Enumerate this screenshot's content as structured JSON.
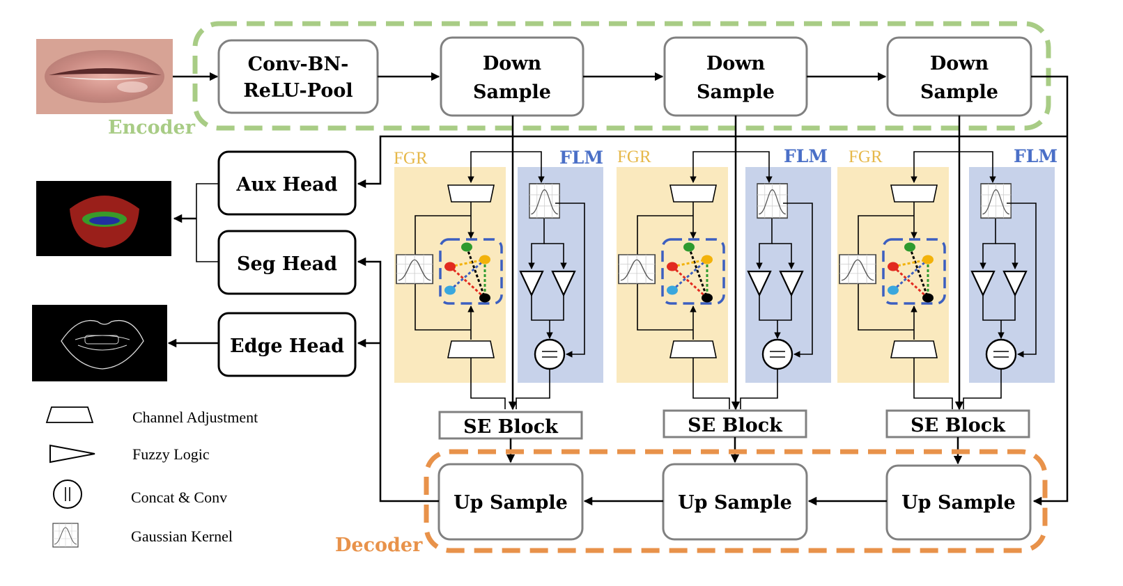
{
  "encoder": {
    "label": "Encoder",
    "stem": [
      "Conv-BN-",
      "ReLU-Pool"
    ],
    "down": [
      [
        "Down",
        "Sample"
      ],
      [
        "Down",
        "Sample"
      ],
      [
        "Down",
        "Sample"
      ]
    ],
    "color": "#a8cc85"
  },
  "decoder": {
    "label": "Decoder",
    "up": [
      "Up Sample",
      "Up Sample",
      "Up Sample"
    ],
    "se": [
      "SE Block",
      "SE Block",
      "SE Block"
    ],
    "color": "#e8924a"
  },
  "heads": {
    "aux": "Aux Head",
    "seg": "Seg Head",
    "edge": "Edge Head"
  },
  "modules": {
    "fgr": "FGR",
    "flm": "FLM",
    "fgr_color": "#e6b84a",
    "flm_color": "#4a6fc7",
    "fgr_bg": "#fae9be",
    "flm_bg": "#c7d2ea"
  },
  "legend": {
    "channel": "Channel Adjustment",
    "fuzzy": "Fuzzy Logic",
    "concat": "Concat & Conv",
    "gaussian": "Gaussian Kernel"
  },
  "images": {
    "input": "lips-photo",
    "seg_output": "lip-segmentation-mask",
    "edge_output": "lip-edge-map"
  }
}
